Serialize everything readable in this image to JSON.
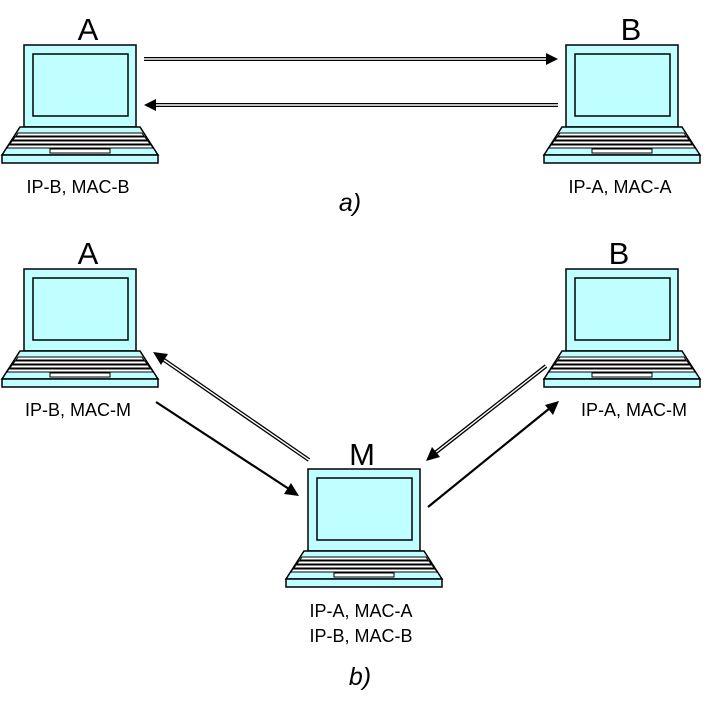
{
  "colors": {
    "screen": "#c0ffff",
    "body": "#c0ffff",
    "outline": "#000000",
    "background": "#ffffff"
  },
  "panel_a": {
    "caption": "a)",
    "host_a": {
      "name": "A",
      "icon": "laptop-icon",
      "address": "IP-B, MAC-B"
    },
    "host_b": {
      "name": "B",
      "icon": "laptop-icon",
      "address": "IP-A, MAC-A"
    }
  },
  "panel_b": {
    "caption": "b)",
    "host_a": {
      "name": "A",
      "icon": "laptop-icon",
      "address": "IP-B, MAC-M"
    },
    "host_b": {
      "name": "B",
      "icon": "laptop-icon",
      "address": "IP-A, MAC-M"
    },
    "host_m": {
      "name": "M",
      "icon": "laptop-icon",
      "address_line_1": "IP-A, MAC-A",
      "address_line_2": "IP-B, MAC-B"
    }
  }
}
